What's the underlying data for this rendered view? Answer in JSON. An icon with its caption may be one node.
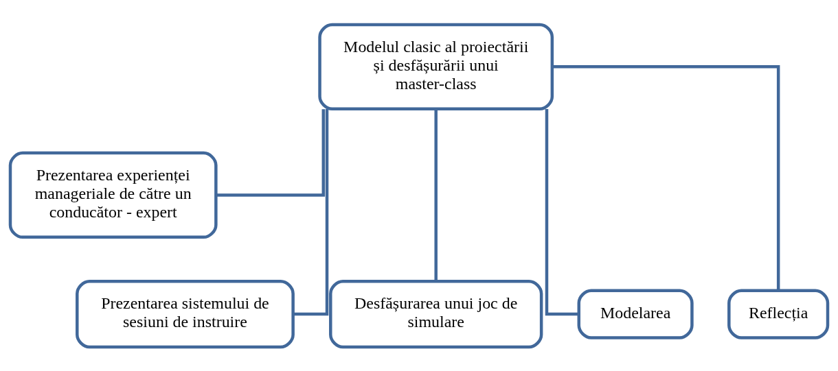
{
  "diagram": {
    "nodes": [
      {
        "text": [
          "Modelul clasic al proiectării și desfășurării unui master-class"
        ]
      },
      {
        "text": [
          "Prezentarea experienței manageriale de către un conducător - expert"
        ]
      },
      {
        "text": [
          "Prezentarea sistemului de sesiuni de instruire"
        ]
      },
      {
        "text": [
          "Desfășurarea unui joc de simulare"
        ]
      },
      {
        "text": [
          "Modelarea"
        ]
      },
      {
        "text": [
          "Reflecția"
        ]
      }
    ],
    "edges": [
      {
        "from": 0,
        "to": 1,
        "arrow": "none"
      },
      {
        "from": 0,
        "to": 2,
        "arrow": "none"
      },
      {
        "from": 0,
        "to": 3,
        "arrow": "none"
      },
      {
        "from": 0,
        "to": 4,
        "arrow": "none"
      },
      {
        "from": 0,
        "to": 5,
        "arrow": "none"
      }
    ]
  }
}
